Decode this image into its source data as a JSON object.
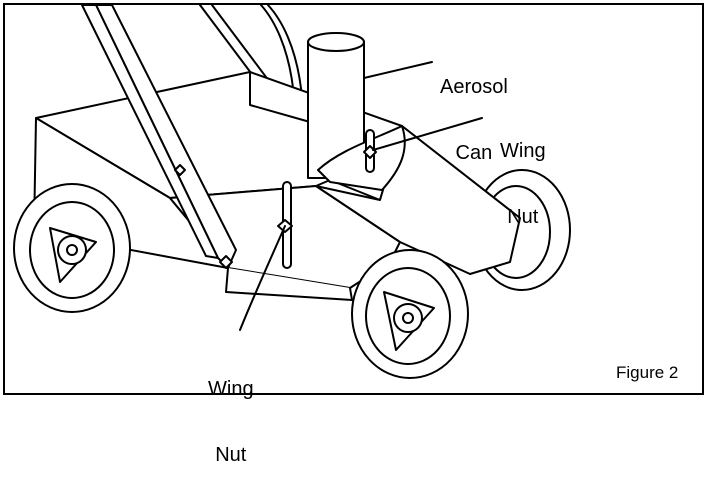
{
  "labels": {
    "aerosol_can_line1": "Aerosol",
    "aerosol_can_line2": "Can",
    "wing_nut_top_line1": "Wing",
    "wing_nut_top_line2": "Nut",
    "wing_nut_bottom_line1": "Wing",
    "wing_nut_bottom_line2": "Nut",
    "figure": "Figure 2"
  }
}
